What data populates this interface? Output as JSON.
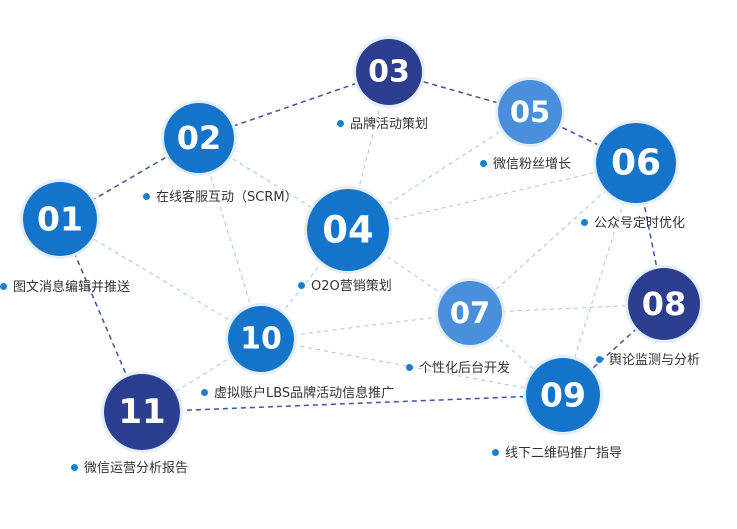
{
  "colors": {
    "navy": "#2c3e8f",
    "blue": "#1474c9",
    "light": "#4a8fdb",
    "dot": "#1a7fd0",
    "line_dark": "#3b55a6",
    "line_light": "#9cc8ee"
  },
  "nodes": [
    {
      "id": "01",
      "label": "图文消息编辑并推送",
      "shade": "blue"
    },
    {
      "id": "02",
      "label": "在线客服互动（SCRM）",
      "shade": "blue"
    },
    {
      "id": "03",
      "label": "品牌活动策划",
      "shade": "navy"
    },
    {
      "id": "04",
      "label": "O2O营销策划",
      "shade": "blue"
    },
    {
      "id": "05",
      "label": "微信粉丝增长",
      "shade": "light"
    },
    {
      "id": "06",
      "label": "公众号定时优化",
      "shade": "blue"
    },
    {
      "id": "07",
      "label": "个性化后台开发",
      "shade": "light"
    },
    {
      "id": "08",
      "label": "舆论监测与分析",
      "shade": "navy"
    },
    {
      "id": "09",
      "label": "线下二维码推广指导",
      "shade": "blue"
    },
    {
      "id": "10",
      "label": "虚拟账户LBS品牌活动信息推广",
      "shade": "blue"
    },
    {
      "id": "11",
      "label": "微信运营分析报告",
      "shade": "navy"
    }
  ],
  "edges_dark": [
    [
      "01",
      "02"
    ],
    [
      "02",
      "03"
    ],
    [
      "03",
      "05"
    ],
    [
      "05",
      "06"
    ],
    [
      "06",
      "08"
    ],
    [
      "08",
      "09"
    ],
    [
      "01",
      "11"
    ],
    [
      "11",
      "09"
    ]
  ],
  "edges_light": [
    [
      "01",
      "10"
    ],
    [
      "02",
      "10"
    ],
    [
      "02",
      "04"
    ],
    [
      "03",
      "04"
    ],
    [
      "04",
      "05"
    ],
    [
      "04",
      "06"
    ],
    [
      "04",
      "07"
    ],
    [
      "04",
      "10"
    ],
    [
      "06",
      "07"
    ],
    [
      "07",
      "08"
    ],
    [
      "07",
      "09"
    ],
    [
      "10",
      "07"
    ],
    [
      "10",
      "09"
    ],
    [
      "10",
      "11"
    ],
    [
      "06",
      "09"
    ]
  ]
}
